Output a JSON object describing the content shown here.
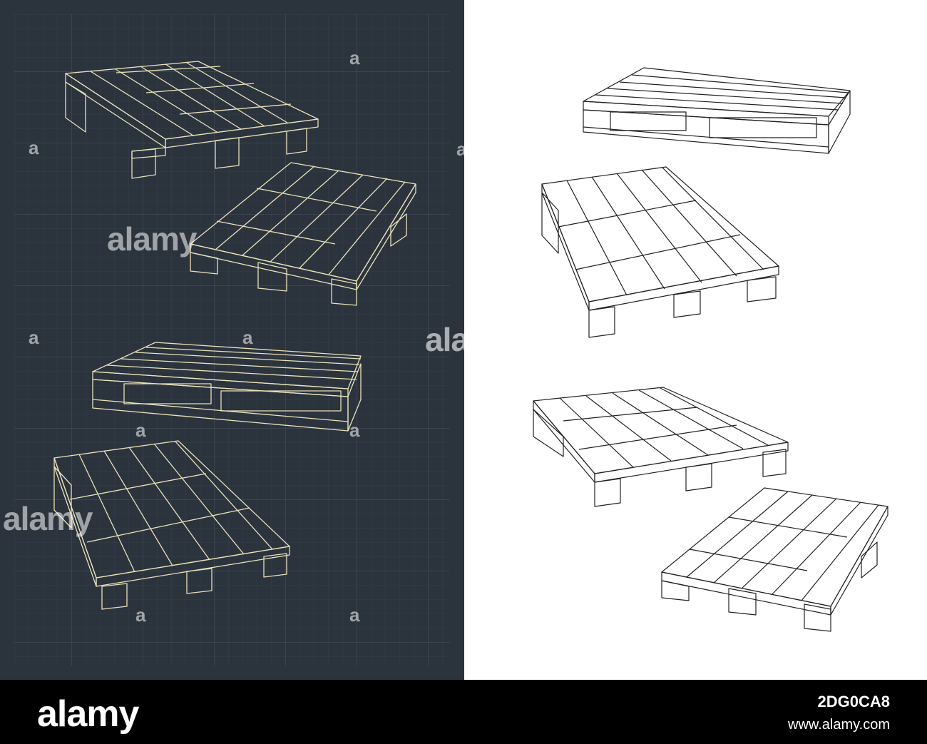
{
  "colors": {
    "blueprint_bg": "#2b333d",
    "grid_line": "#3a4653",
    "blueprint_stroke": "#e9e2b9",
    "paper_bg": "#ffffff",
    "ink_stroke": "#222222",
    "footer_bg": "#000000"
  },
  "watermark": {
    "logo_mark": "a",
    "word": "alamy",
    "partial": "ala"
  },
  "footer": {
    "logo": "alamy",
    "image_id": "2DG0CA8",
    "url": "www.alamy.com"
  }
}
